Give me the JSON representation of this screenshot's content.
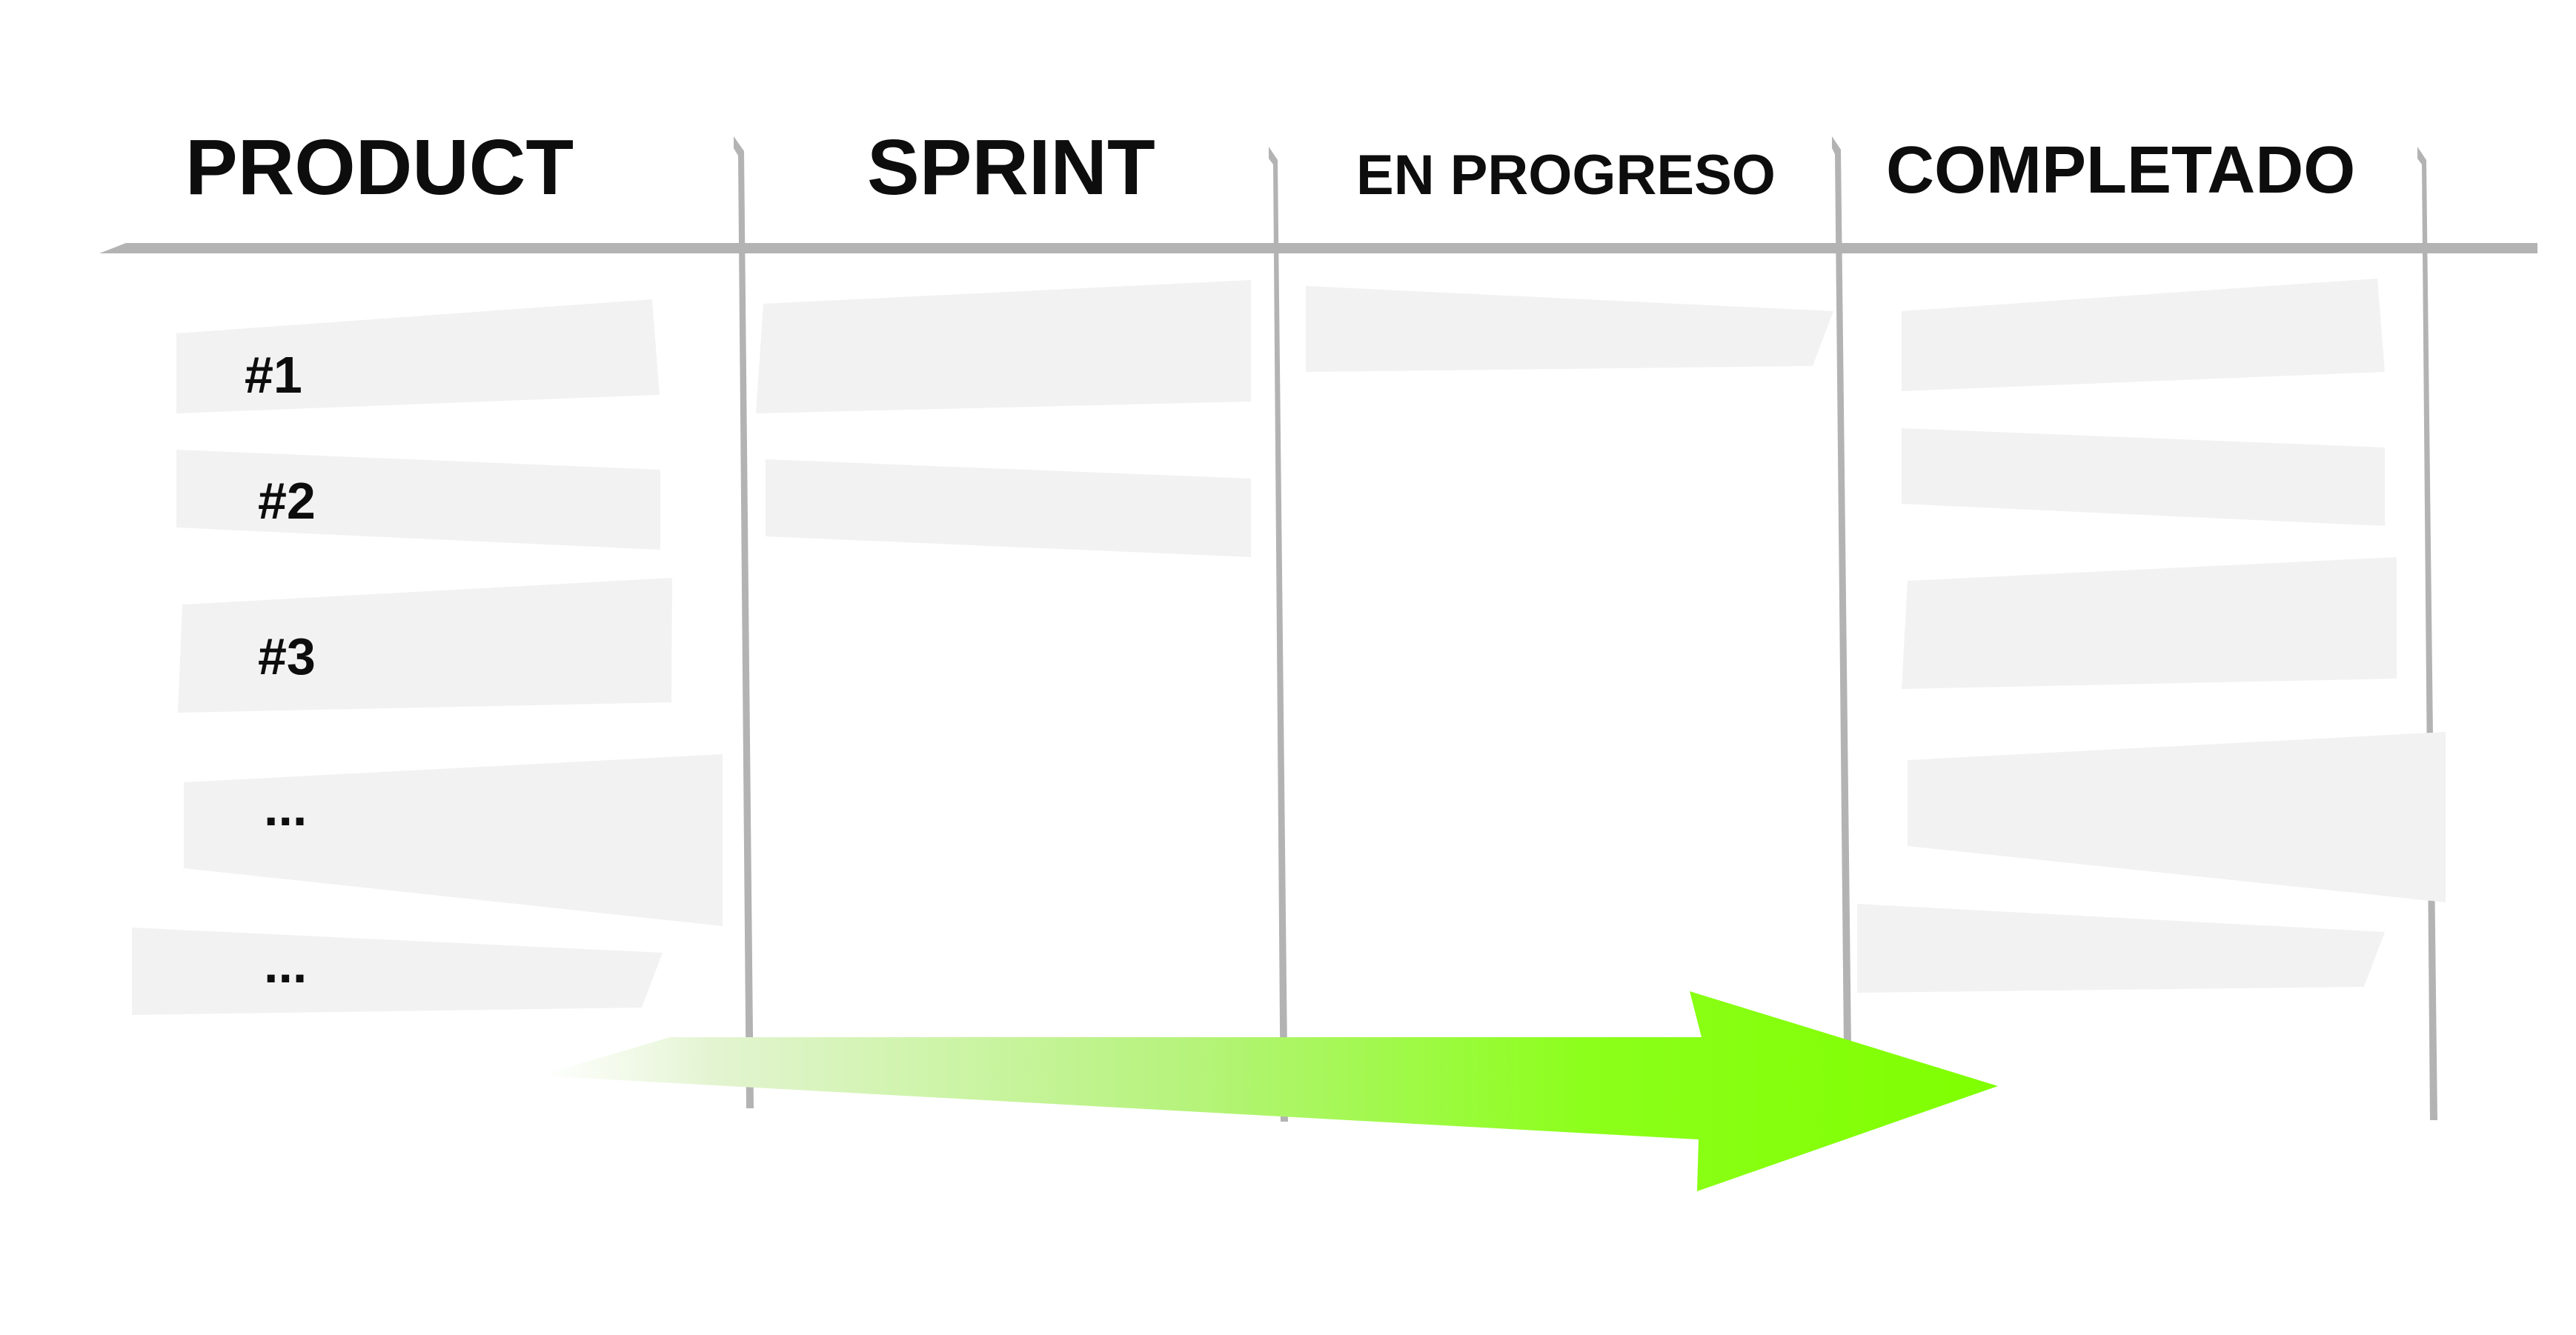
{
  "board": {
    "columns": [
      {
        "title": "PRODUCT"
      },
      {
        "title": "SPRINT"
      },
      {
        "title": "EN PROGRESO"
      },
      {
        "title": "COMPLETADO"
      }
    ],
    "product_cards": [
      {
        "label": "#1"
      },
      {
        "label": "#2"
      },
      {
        "label": "#3"
      },
      {
        "label": "..."
      },
      {
        "label": "..."
      }
    ],
    "sprint_card_count": 2,
    "in_progress_card_count": 1,
    "completed_card_count": 5
  },
  "colors": {
    "card": "#f2f2f2",
    "divider": "#b3b3b3",
    "text": "#0d0d0d",
    "arrow_start": "#e8f5dc",
    "arrow_end": "#7fff00"
  },
  "icons": {
    "flow_arrow": "right-arrow-gradient"
  }
}
